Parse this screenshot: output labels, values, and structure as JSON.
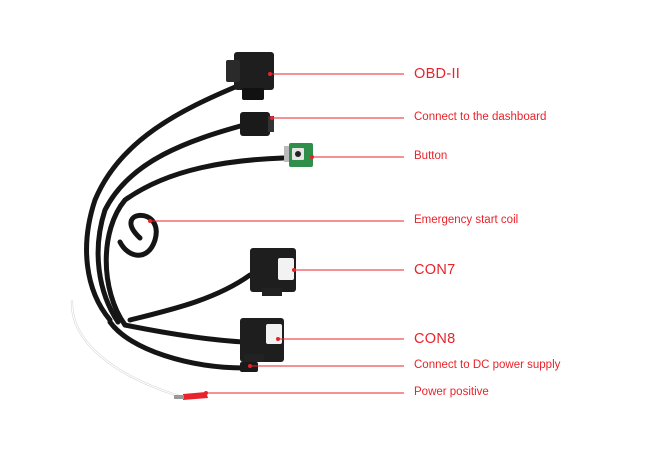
{
  "colors": {
    "accent": "#e8232b",
    "cable": "#151515",
    "connector": "#1e1e1e",
    "pcb": "#2f8f4a",
    "background": "#ffffff"
  },
  "labels": {
    "obd": "OBD-II",
    "dashboard": "Connect to the dashboard",
    "button": "Button",
    "coil": "Emergency start coil",
    "con7": "CON7",
    "con8": "CON8",
    "dc_power": "Connect to DC power supply",
    "power_positive": "Power positive"
  }
}
